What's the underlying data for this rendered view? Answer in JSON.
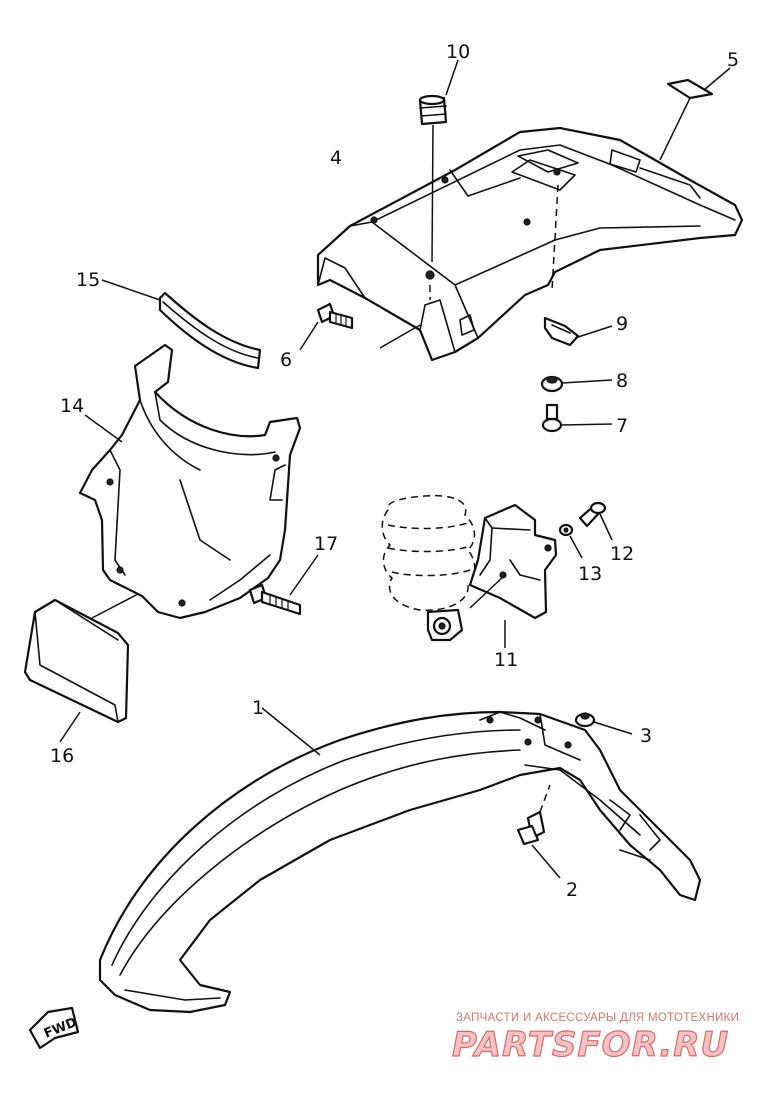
{
  "callouts": [
    "1",
    "2",
    "3",
    "4",
    "5",
    "6",
    "7",
    "8",
    "9",
    "10",
    "11",
    "12",
    "13",
    "14",
    "15",
    "16",
    "17"
  ],
  "fwd_label": "FWD",
  "watermark": {
    "tagline": "ЗАПЧАСТИ И АКСЕССУАРЫ ДЛЯ МОТОТЕХНИКИ",
    "brand": "PARTSFOR.RU"
  },
  "colors": {
    "line": "#111111",
    "background": "#ffffff",
    "watermark": "#e07070"
  }
}
